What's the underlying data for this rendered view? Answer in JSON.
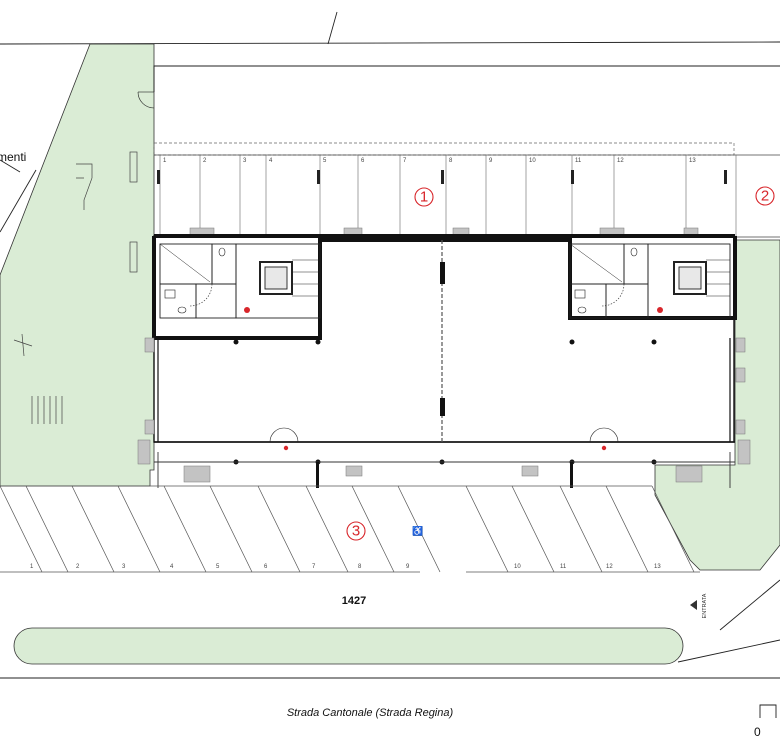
{
  "plan": {
    "parcel_number": "1427",
    "road_label": "Strada Cantonale (Strada Regina)",
    "edge_label": "menti",
    "entrance_label": "ENTRATA",
    "scale_zero": "0",
    "zones": [
      "1",
      "2",
      "3"
    ],
    "garage_numbers": [
      "1",
      "2",
      "3",
      "4",
      "5",
      "6",
      "7",
      "8",
      "9",
      "10",
      "11",
      "12",
      "13"
    ],
    "parking_numbers": [
      "1",
      "2",
      "3",
      "4",
      "5",
      "6",
      "7",
      "8",
      "9",
      "10",
      "11",
      "12",
      "13"
    ],
    "colors": {
      "green": "#daecd5",
      "wall": "#111111",
      "accent": "#d8262b",
      "column": "#c3c3c3"
    }
  }
}
